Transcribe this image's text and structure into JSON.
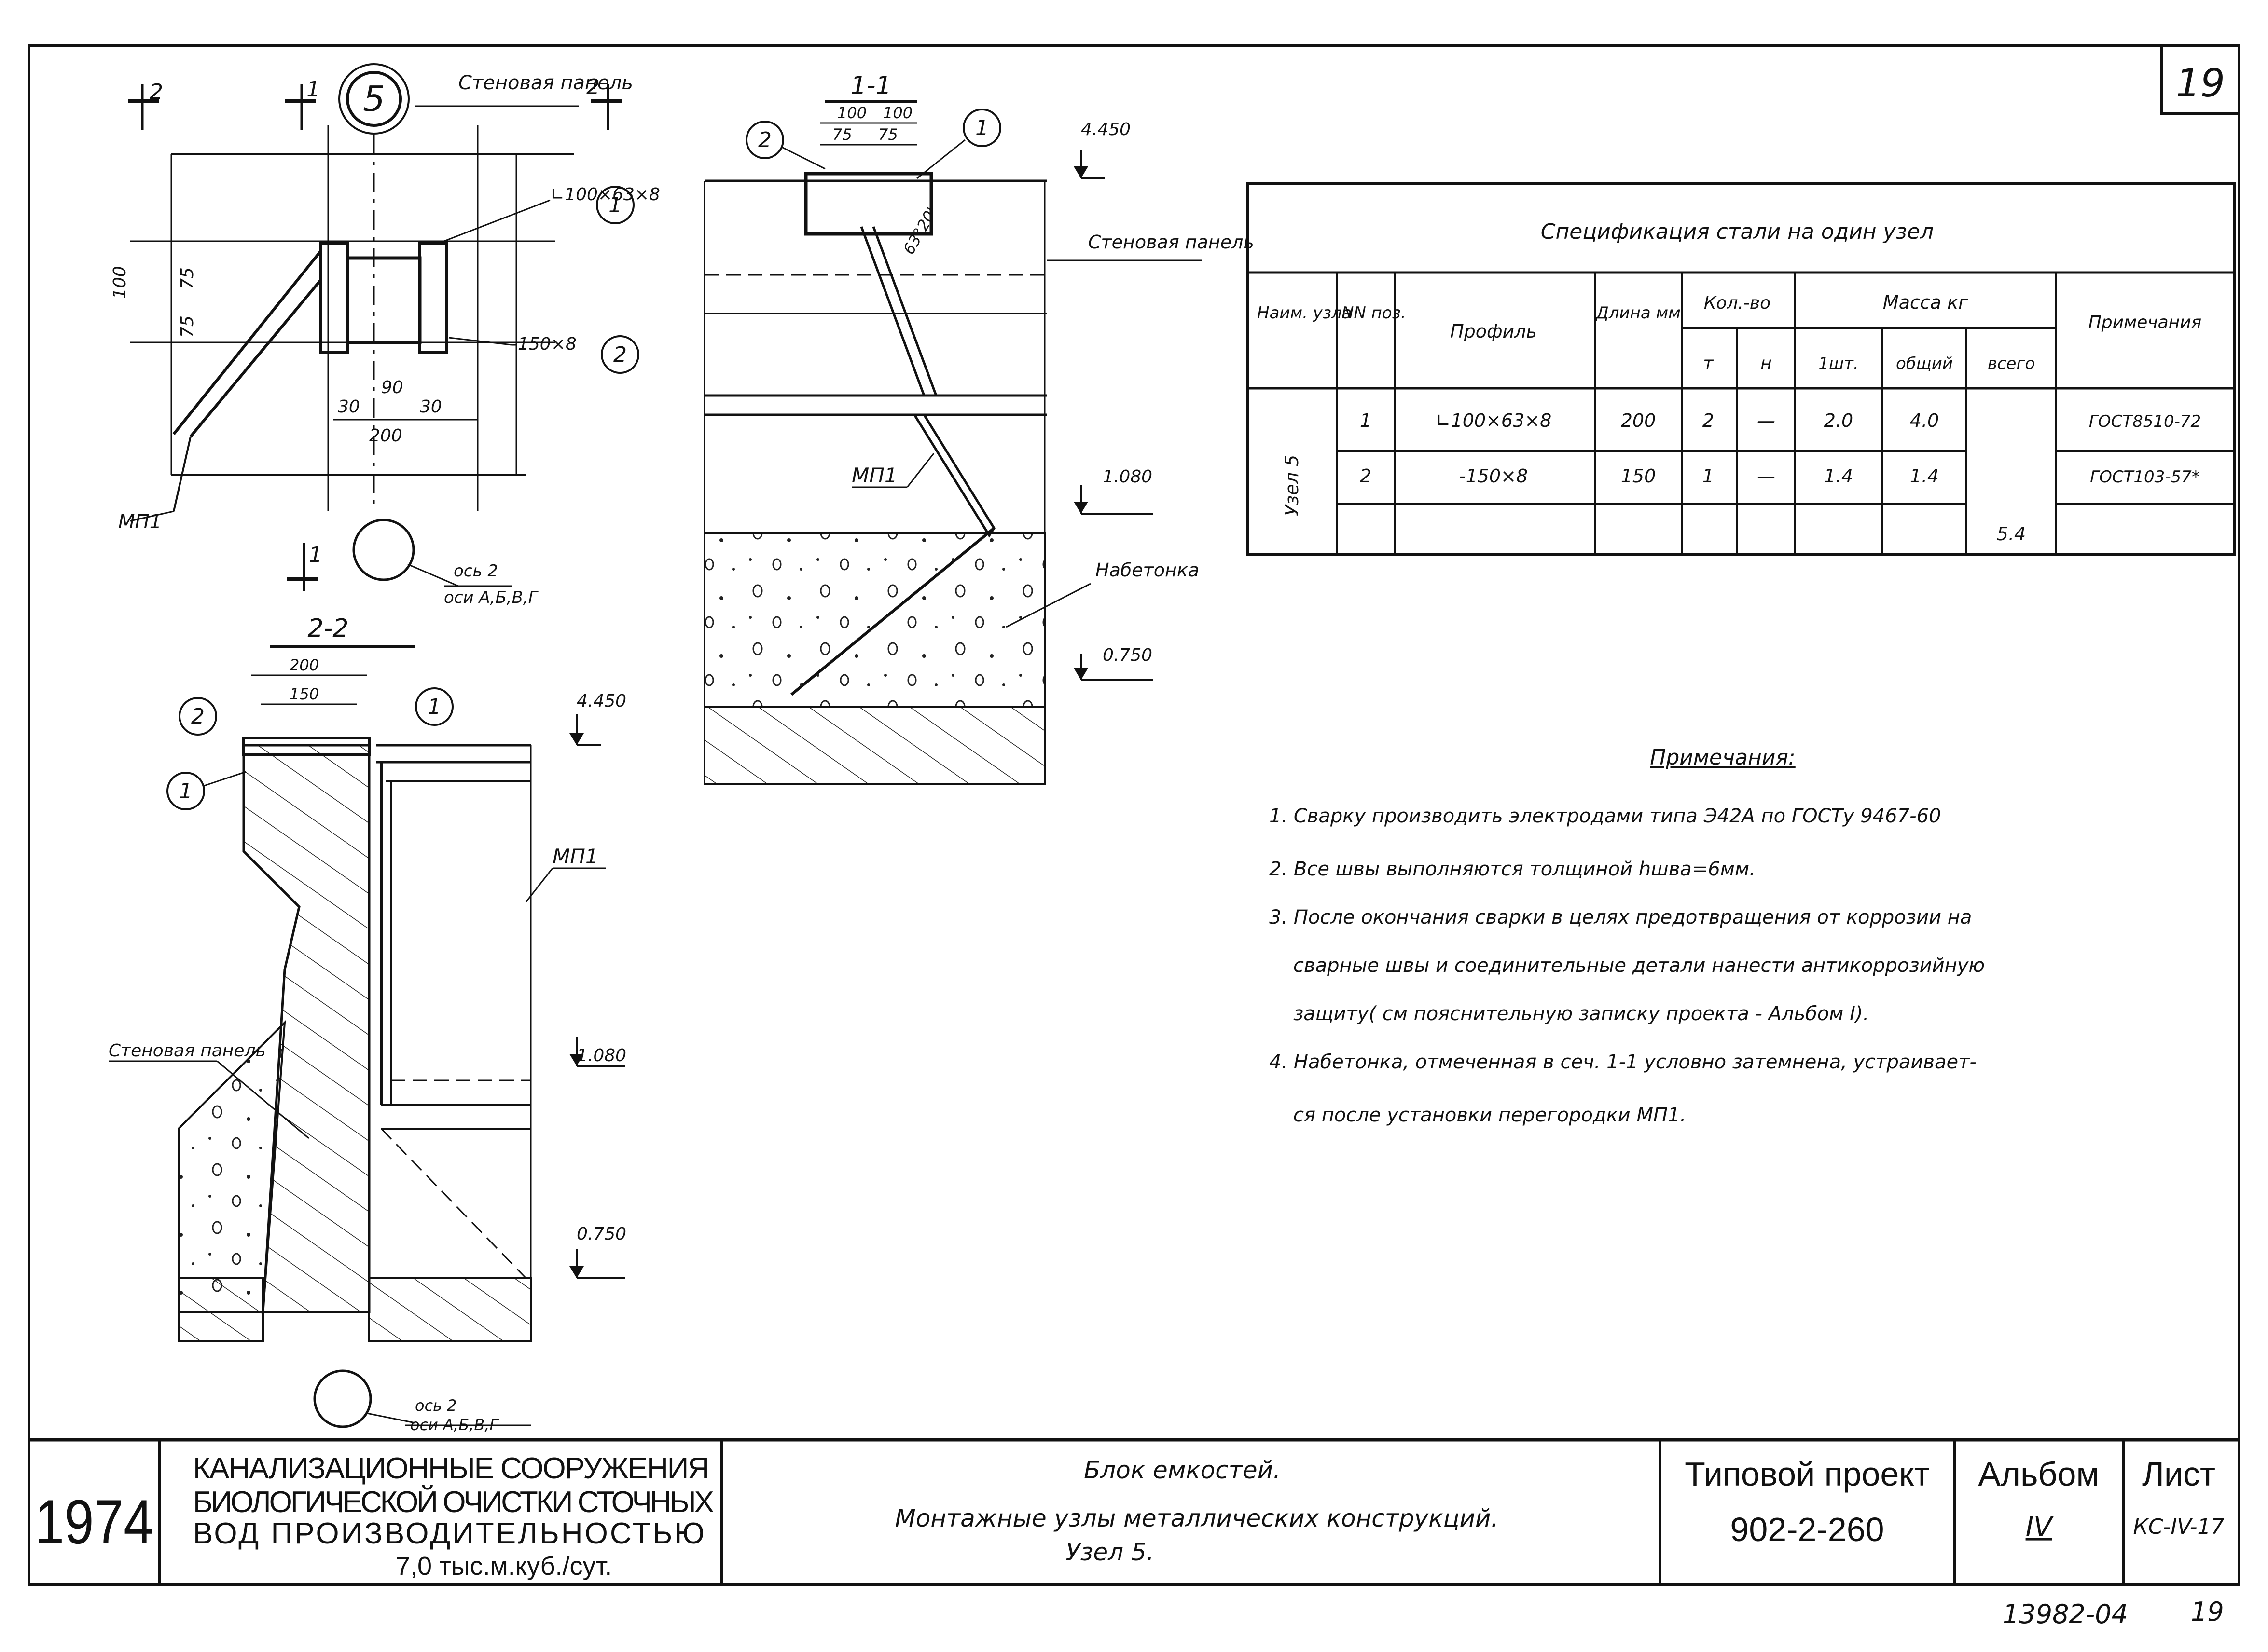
{
  "sheet": {
    "sheet_number": "19",
    "bottom_code": "13982-04",
    "bottom_sheet": "19"
  },
  "plan": {
    "node_mark": "5",
    "section_mark_2": "2",
    "section_mark_1": "1",
    "wall_panel_label": "Стеновая панель",
    "angle_label": "∟100×63×8",
    "plate_label": "-150×8",
    "pos1": "1",
    "pos2": "2",
    "dim_100": "100",
    "dim_75a": "75",
    "dim_75b": "75",
    "dim_30a": "30",
    "dim_90": "90",
    "dim_30b": "30",
    "dim_200": "200",
    "partition_label": "МП1",
    "axis_label_1": "ось 2",
    "axis_label_2": "оси А,Б,В,Г"
  },
  "section_1_1": {
    "title": "1-1",
    "dim_100a": "100",
    "dim_100b": "100",
    "dim_75a": "75",
    "dim_75b": "75",
    "pos1": "1",
    "pos2": "2",
    "angle": "63°20'",
    "elev_top": "4.450",
    "elev_mid": "1.080",
    "elev_low": "0.750",
    "wall_panel_label": "Стеновая панель",
    "partition_label": "МП1",
    "concrete_label": "Набетонка"
  },
  "section_2_2": {
    "title": "2-2",
    "dim_200": "200",
    "dim_150": "150",
    "pos1": "1",
    "pos1b": "1",
    "pos2": "2",
    "elev_top": "4.450",
    "elev_mid": "1.080",
    "elev_low": "0.750",
    "partition_label": "МП1",
    "wall_panel_label": "Стеновая панель",
    "axis_label_1": "ось 2",
    "axis_label_2": "оси А,Б,В,Г"
  },
  "spec_table": {
    "title": "Спецификация стали на один узел",
    "headers": {
      "node_name": "Наим. узла",
      "pos_no": "NN поз.",
      "profile": "Профиль",
      "length": "Длина мм",
      "qty": "Кол.-во",
      "qty_t": "т",
      "qty_n": "н",
      "mass": "Масса кг",
      "mass_unit": "1шт.",
      "mass_total": "общий",
      "mass_all": "всего",
      "notes": "Примечания"
    },
    "node": "Узел 5",
    "rows": [
      {
        "pos": "1",
        "profile": "∟100×63×8",
        "length": "200",
        "t": "2",
        "n": "—",
        "unit": "2.0",
        "total": "4.0",
        "note": "ГОСТ8510-72"
      },
      {
        "pos": "2",
        "profile": "-150×8",
        "length": "150",
        "t": "1",
        "n": "—",
        "unit": "1.4",
        "total": "1.4",
        "note": "ГОСТ103-57*"
      }
    ],
    "total_all": "5.4"
  },
  "notes": {
    "title": "Примечания:",
    "lines": [
      "1. Сварку производить электродами типа Э42А по ГОСТу 9467-60",
      "2. Все швы выполняются толщиной hшва=6мм.",
      "3. После окончания сварки в целях предотвращения от коррозии на",
      "сварные швы и соединительные детали нанести антикоррозийную",
      "защиту( см пояснительную записку проекта - Альбом I).",
      "4. Набетонка, отмеченная в сеч. 1-1 условно затемнена, устраивает-",
      "ся после установки перегородки МП1."
    ]
  },
  "title_block": {
    "year": "1974",
    "object_lines": [
      "КАНАЛИЗАЦИОННЫЕ СООРУЖЕНИЯ",
      "БИОЛОГИЧЕСКОЙ ОЧИСТКИ СТОЧНЫХ",
      "ВОД ПРОИЗВОДИТЕЛЬНОСТЬЮ",
      "7,0 тыс.м.куб./сут."
    ],
    "sheet_title_lines": [
      "Блок емкостей.",
      "Монтажные узлы металлических конструкций.",
      "Узел 5."
    ],
    "project_label": "Типовой проект",
    "project_no": "902-2-260",
    "album_label": "Альбом",
    "album_no": "IV",
    "sheet_label": "Лист",
    "sheet_code": "КС-IV-17"
  },
  "colors": {
    "ink": "#111111",
    "paper": "#ffffff",
    "hatch": "#333333"
  }
}
